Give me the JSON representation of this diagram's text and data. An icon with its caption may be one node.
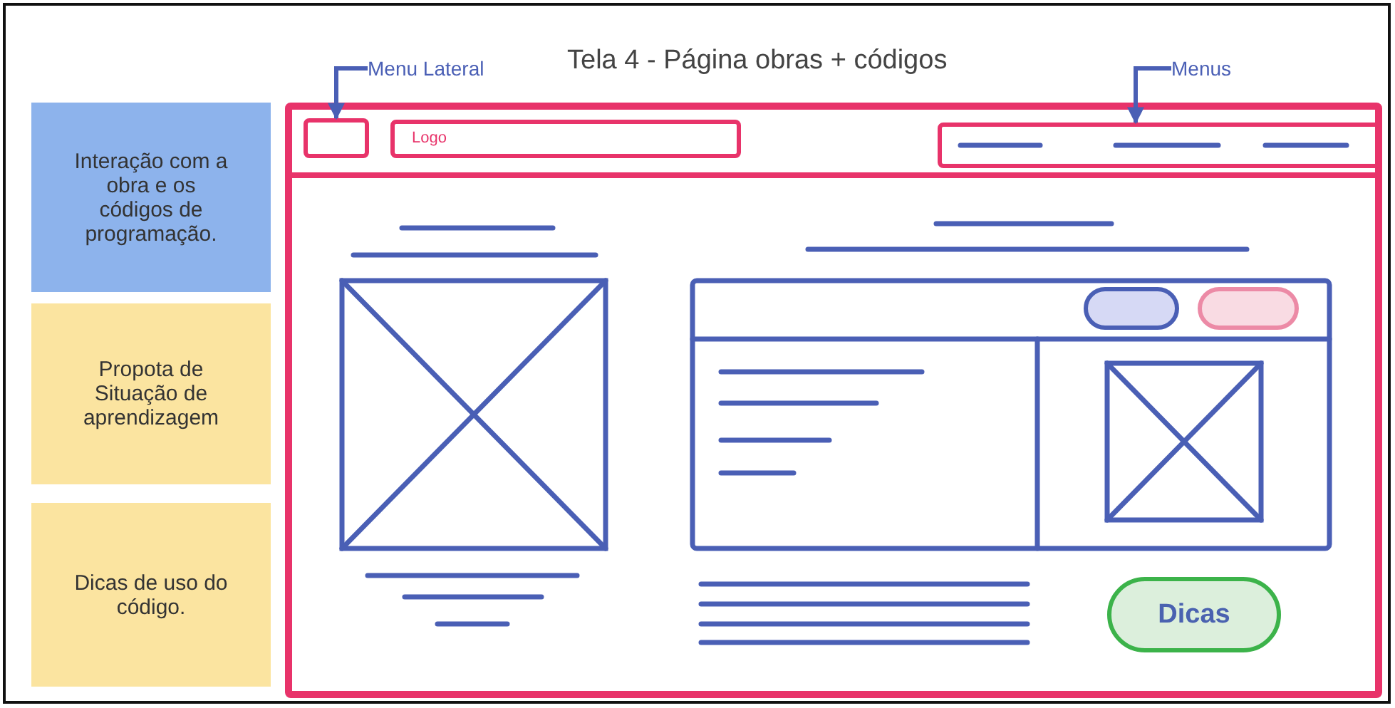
{
  "diagram": {
    "title": "Tela 4 - Página obras + códigos",
    "nodes": [
      {
        "text": [
          "Interação com a obra e os códigos de programação."
        ]
      },
      {
        "text": [
          "Propota de Situação de aprendizagem"
        ]
      },
      {
        "text": [
          "Dicas de uso do código."
        ]
      },
      {
        "text": [
          "Menu Lateral"
        ]
      },
      {
        "text": [
          "Menus"
        ]
      },
      {
        "text": [],
        "shape": "box"
      },
      {
        "text": [],
        "shape": "box",
        "in": 5
      },
      {
        "text": [
          "Logo"
        ],
        "in": 5
      },
      {
        "text": [],
        "shape": "box",
        "in": 5
      },
      {
        "text": [
          "Dicas"
        ],
        "in": 5
      }
    ],
    "edges": [
      {
        "from": 3,
        "to": 6,
        "arrow": "to"
      },
      {
        "from": 4,
        "to": 8,
        "arrow": "to"
      }
    ]
  }
}
